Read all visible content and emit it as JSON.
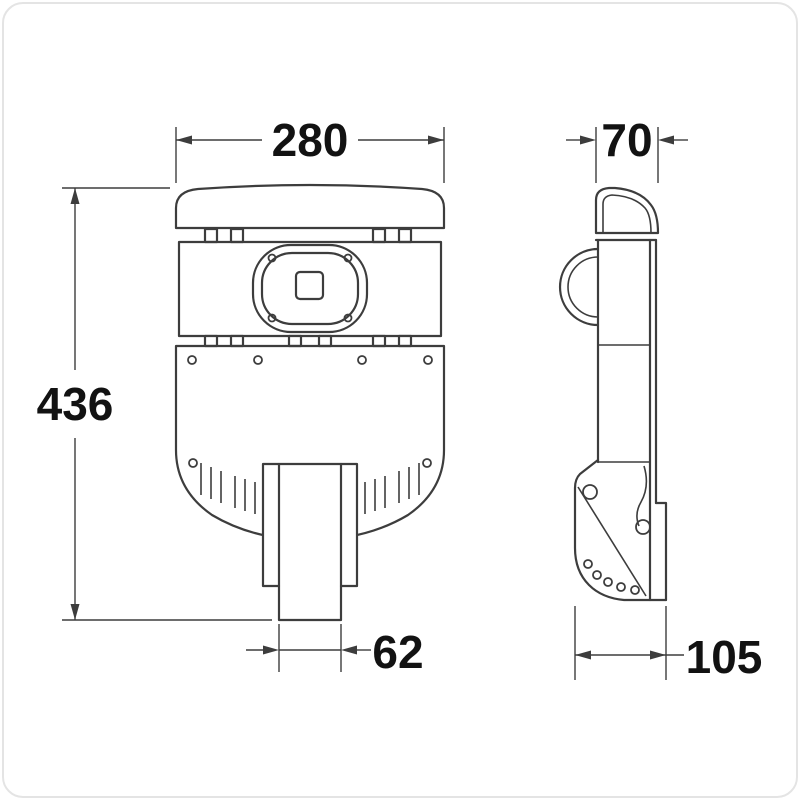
{
  "dimensions": {
    "front_width": "280",
    "side_width": "70",
    "overall_height": "436",
    "pole_width": "62",
    "base_depth": "105"
  },
  "colors": {
    "line": "#3d3d3d",
    "text": "#121212",
    "background": "#ffffff",
    "border": "#e4e4e4"
  }
}
